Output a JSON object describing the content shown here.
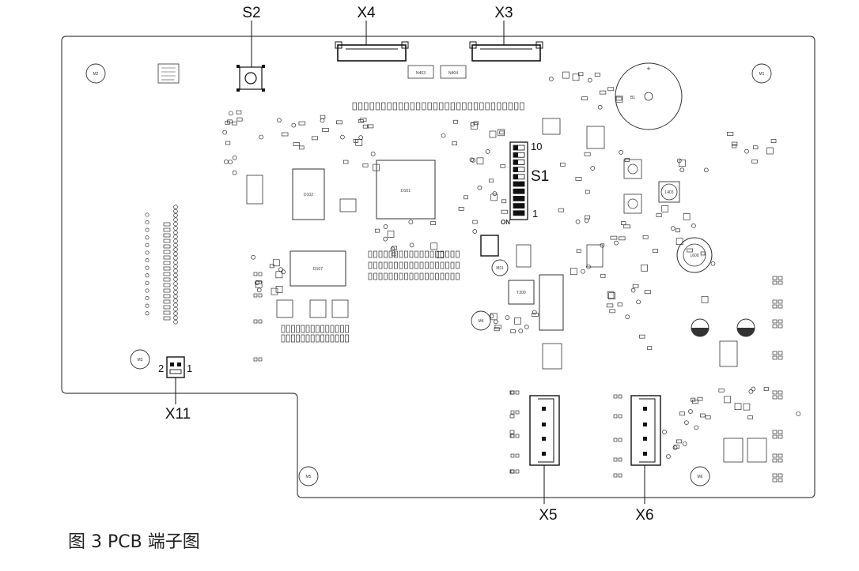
{
  "connectors": {
    "S2": "S2",
    "X4": "X4",
    "X3": "X3",
    "S1": "S1",
    "X11": "X11",
    "X5": "X5",
    "X6": "X6"
  },
  "pins": {
    "x11_left": "2",
    "x11_right": "1",
    "s1_top": "10",
    "s1_bottom": "1",
    "s1_on": "ON"
  },
  "mount_holes": [
    "M2",
    "M1",
    "M3",
    "M4",
    "M11",
    "M5",
    "M6"
  ],
  "chips": {
    "d101": "D101",
    "d102": "D102",
    "d107": "D107",
    "n403": "N403",
    "n404": "N404",
    "t200": "T200",
    "b1": "B1",
    "l403": "L403",
    "l600": "L600"
  },
  "caption": "图 3 PCB 端子图"
}
